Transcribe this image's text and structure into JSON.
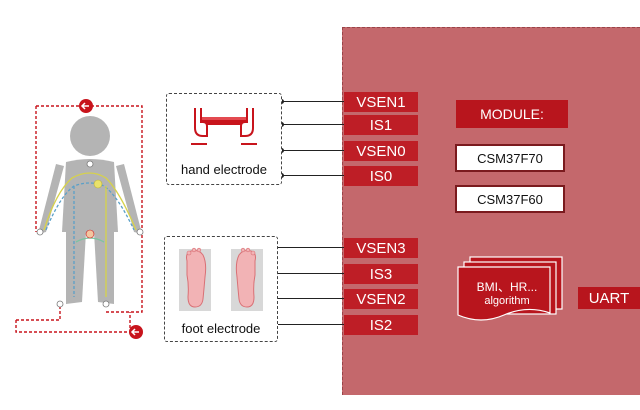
{
  "pins": {
    "vsen1": "VSEN1",
    "is1": "IS1",
    "vsen0": "VSEN0",
    "is0": "IS0",
    "vsen3": "VSEN3",
    "is3": "IS3",
    "vsen2": "VSEN2",
    "is2": "IS2"
  },
  "hand_label": "hand electrode",
  "foot_label": "foot electrode",
  "module": {
    "label": "MODULE:",
    "models": [
      "CSM37F70",
      "CSM37F60"
    ]
  },
  "algorithm": {
    "line1": "BMI、HR...",
    "line2": "algorithm"
  },
  "uart_label": "UART",
  "colors": {
    "chip": "#c4686c",
    "pin": "#be1e26",
    "accent": "#b8151d"
  }
}
